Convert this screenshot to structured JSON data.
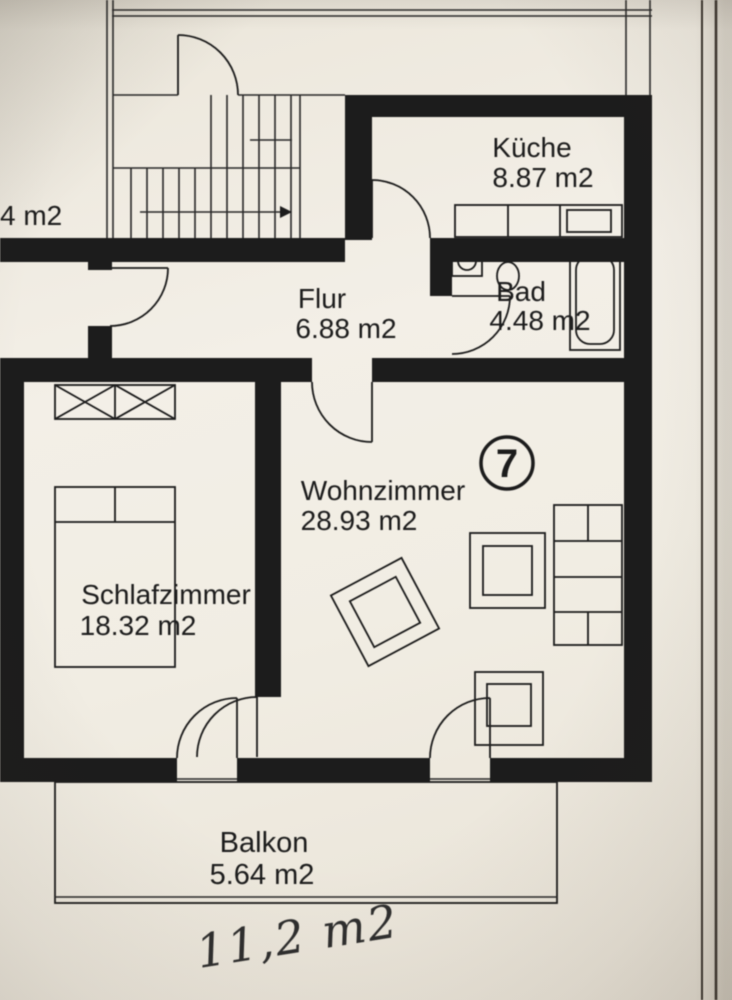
{
  "plan": {
    "unit_badge": "7",
    "rooms": [
      {
        "name": "Küche",
        "area": "8.87 m2"
      },
      {
        "name": "Flur",
        "area": "6.88 m2"
      },
      {
        "name": "Bad",
        "area": "4.48 m2"
      },
      {
        "name": "Wohnzimmer",
        "area": "28.93 m2"
      },
      {
        "name": "Schlafzimmer",
        "area": "18.32 m2"
      },
      {
        "name": "Balkon",
        "area": "5.64 m2"
      }
    ],
    "edge_label_partial": "4 m2",
    "handwritten_note": "11,2 m2",
    "colors": {
      "ink": "#1b1b1b",
      "paper": "#f0ece3"
    }
  }
}
